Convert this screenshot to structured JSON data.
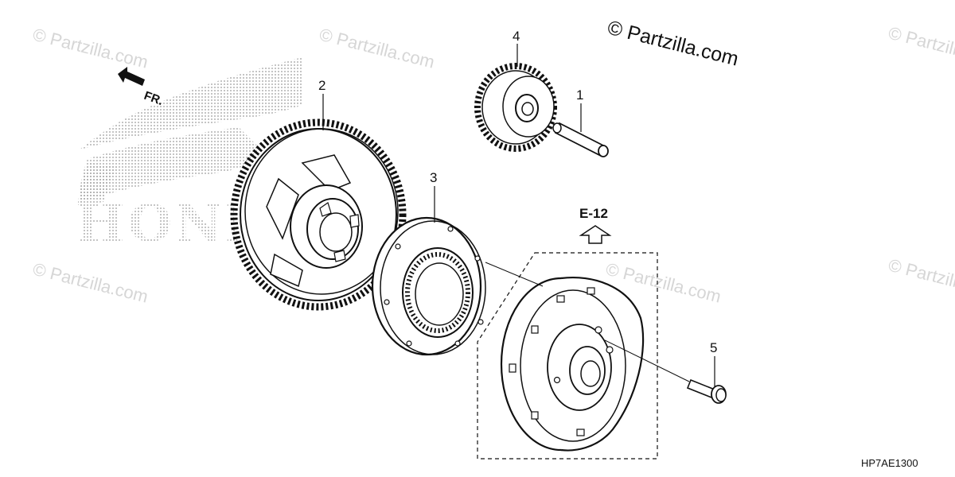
{
  "watermark_text": "© Partzilla.com",
  "copyright_text": "© Partzilla.com",
  "logo_text": "HONDA",
  "front_arrow_label": "FR.",
  "reference": {
    "label": "E-12"
  },
  "diagram_code": "HP7AE1300",
  "callouts": [
    {
      "number": "1",
      "part": "pin"
    },
    {
      "number": "2",
      "part": "starter-driven-gear"
    },
    {
      "number": "3",
      "part": "starter-one-way-clutch"
    },
    {
      "number": "4",
      "part": "starter-idle-gear"
    },
    {
      "number": "5",
      "part": "flange-bolt"
    }
  ]
}
